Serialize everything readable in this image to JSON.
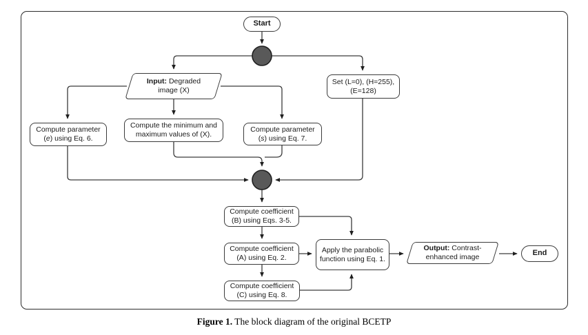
{
  "diagram": {
    "caption": {
      "bold": "Figure 1.",
      "rest": " The block diagram of the original BCETP"
    },
    "nodes": {
      "start": {
        "label": "Start"
      },
      "input": {
        "bold": "Input:",
        "rest": " Degraded image (X)"
      },
      "set_values": {
        "label": "Set (L=0), (H=255),\n(E=128)"
      },
      "compute_e": {
        "pre": "Compute parameter (",
        "var": "e",
        "post": ") using Eq. 6."
      },
      "compute_minmax": {
        "label": "Compute the minimum and maximum values of (X)."
      },
      "compute_s": {
        "pre": "Compute parameter (",
        "var": "s",
        "post": ") using Eq. 7."
      },
      "coeff_b": {
        "label": "Compute coefficient (B) using Eqs. 3-5."
      },
      "coeff_a": {
        "label": "Compute coefficient (A) using Eq. 2."
      },
      "coeff_c": {
        "label": "Compute coefficient (C) using Eq. 8."
      },
      "apply_parabolic": {
        "label": "Apply the parabolic function using Eq. 1."
      },
      "output": {
        "bold": "Output:",
        "rest": " Contrast-enhanced image"
      },
      "end": {
        "label": "End"
      }
    },
    "colors": {
      "line": "#3a3a3a",
      "node_border": "#3a3a3a",
      "node_fill": "#ffffff",
      "junction_fill": "#595959",
      "text": "#1a1a1a"
    }
  }
}
